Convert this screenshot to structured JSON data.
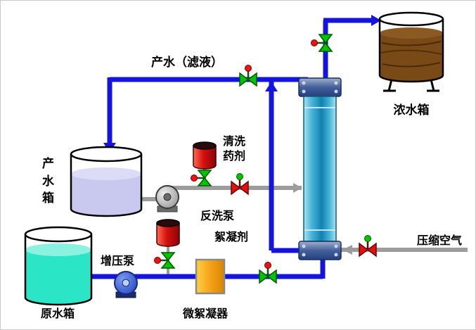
{
  "labels": {
    "product_line": "产水（滤液）",
    "concentrate_tank": "浓水箱",
    "product_tank": "产水箱",
    "cleaning_agent": "清洗药剂",
    "backwash_pump": "反洗泵",
    "flocculant": "絮凝剂",
    "booster_pump": "增压泵",
    "raw_tank": "原水箱",
    "flocculator": "微絮凝器",
    "compressed_air": "压缩空气"
  },
  "components": {
    "membrane_module": {
      "type": "vertical-membrane-column"
    },
    "tanks": [
      {
        "id": "raw-water-tank",
        "label": "原水箱",
        "fill": "#2be6c6"
      },
      {
        "id": "product-water-tank",
        "label": "产水箱",
        "fill": "#c9c9ef"
      },
      {
        "id": "concentrate-tank",
        "label": "浓水箱",
        "fill": "#7a4a16"
      }
    ],
    "pumps": [
      {
        "id": "booster-pump",
        "label": "增压泵",
        "color": "#2b50d0"
      },
      {
        "id": "backwash-pump",
        "label": "反洗泵",
        "color": "#b8b8b8"
      }
    ],
    "valves": [
      {
        "id": "product-line-valve",
        "color": "green"
      },
      {
        "id": "concentrate-valve",
        "color": "green"
      },
      {
        "id": "cleaning-agent-valve",
        "color": "green"
      },
      {
        "id": "backwash-valve",
        "color": "red"
      },
      {
        "id": "flocculant-valve",
        "color": "green"
      },
      {
        "id": "feed-valve",
        "color": "green"
      },
      {
        "id": "compressed-air-valve",
        "color": "red"
      }
    ]
  },
  "colors": {
    "pipe_water": "#1414dd",
    "pipe_auxiliary": "#9c9c9c",
    "valve_green": "#00c400",
    "valve_red": "#e01010",
    "actuator_red": "#ee1111",
    "actuator_green": "#00c400",
    "raw_water": "#2be6c6",
    "product_water": "#c9c9ef",
    "concentrate_wood": "#7a4a16",
    "membrane_body": "#1f8fb6",
    "flocculator_body": "#f5a21a",
    "chemical_canister": "#d41010"
  }
}
